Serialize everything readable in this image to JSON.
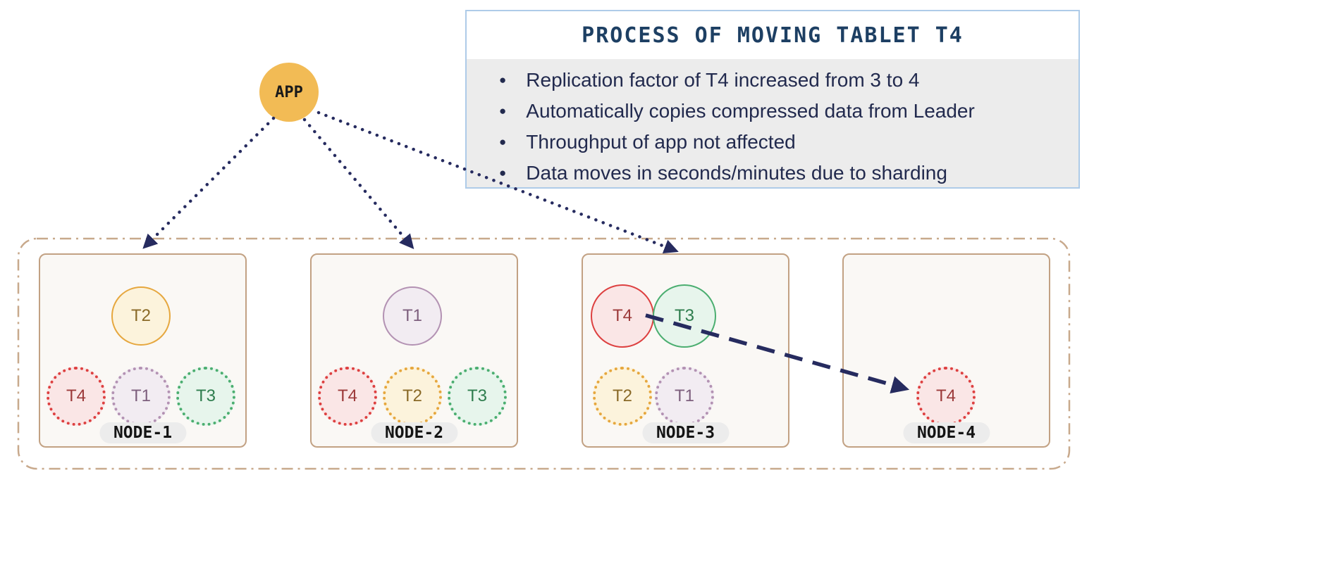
{
  "app": {
    "label": "APP"
  },
  "info": {
    "title": "PROCESS OF MOVING TABLET T4",
    "bullet_glyph": "●",
    "bullets": [
      "Replication factor of T4 increased from 3 to 4",
      "Automatically copies compressed data from Leader",
      "Throughput of app not affected",
      "Data moves in seconds/minutes due to sharding"
    ]
  },
  "nodes": [
    {
      "label": "NODE-1",
      "solid": [
        {
          "id": "T2",
          "color": "orange"
        }
      ],
      "dotted": [
        {
          "id": "T4",
          "color": "red"
        },
        {
          "id": "T1",
          "color": "purple"
        },
        {
          "id": "T3",
          "color": "green"
        }
      ]
    },
    {
      "label": "NODE-2",
      "solid": [
        {
          "id": "T1",
          "color": "purple"
        }
      ],
      "dotted": [
        {
          "id": "T4",
          "color": "red"
        },
        {
          "id": "T2",
          "color": "orange"
        },
        {
          "id": "T3",
          "color": "green"
        }
      ]
    },
    {
      "label": "NODE-3",
      "solid": [
        {
          "id": "T4",
          "color": "red"
        },
        {
          "id": "T3",
          "color": "green"
        }
      ],
      "dotted": [
        {
          "id": "T2",
          "color": "orange"
        },
        {
          "id": "T1",
          "color": "purple"
        }
      ]
    },
    {
      "label": "NODE-4",
      "solid": [],
      "dotted": [
        {
          "id": "T4",
          "color": "red"
        }
      ]
    }
  ],
  "colors": {
    "arrow": "#262b5f",
    "app-fill": "#f2bb55",
    "box-border": "#aecbe8",
    "box-body-bg": "#ececec",
    "title-text": "#1d3f63",
    "bullet-text": "#222a4e",
    "node-border": "#c2a183",
    "node-bg": "#faf8f5",
    "container-border": "#c8a98c",
    "label-bg": "#ececec",
    "red-border": "#dd4040",
    "red-fill": "#fae6e6",
    "red-text": "#9c3a3a",
    "orange-border": "#e6a73e",
    "orange-fill": "#fcf3dc",
    "orange-text": "#8a6a28",
    "purple-border": "#b392b3",
    "purple-fill": "#f2ecf2",
    "purple-text": "#7d5f7d",
    "green-border": "#4bae70",
    "green-fill": "#e7f5ec",
    "green-text": "#2f7d4e"
  }
}
